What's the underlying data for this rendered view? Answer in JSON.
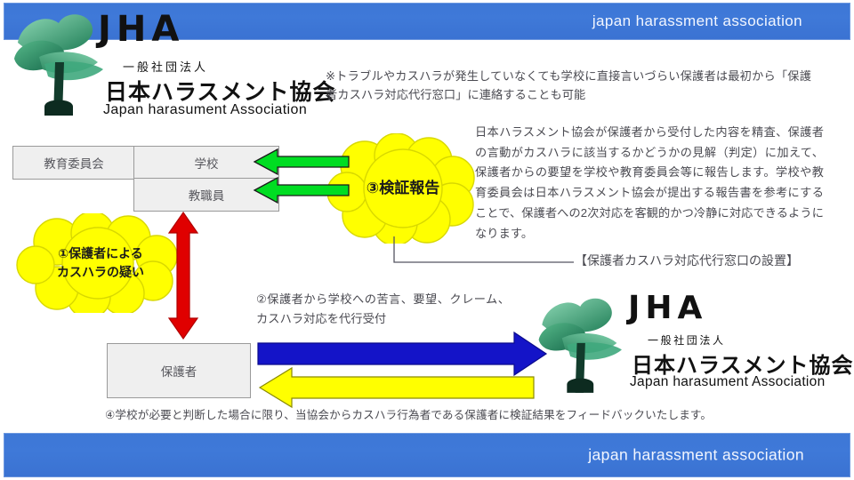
{
  "banner": {
    "top_text": "japan  harassment  association",
    "bottom_text": "japan  harassment  association",
    "color": "#3d77d6"
  },
  "logo": {
    "wordmark": "JHA",
    "corporate_type": "一般社団法人",
    "name_jp": "日本ハラスメント協会",
    "name_en": "Japan harasument Association",
    "leaf_color": "#2f9e6e"
  },
  "notes": {
    "top": "※トラブルやカスハラが発生していなくても学校に直接言いづらい保護者は最初から「保護者カスハラ対応代行窓口」に連絡することも可能",
    "right": "日本ハラスメント協会が保護者から受付した内容を精査、保護者の言動がカスハラに該当するかどうかの見解（判定）に加えて、保護者からの要望を学校や教育委員会等に報告します。学校や教育委員会は日本ハラスメント協会が提出する報告書を参考にすることで、保護者への2次対応を客観的かつ冷静に対応できるようになります。",
    "step2": "②保護者から学校への苦言、要望、クレーム、カスハラ対応を代行受付",
    "step4": "④学校が必要と判断した場合に限り、当協会からカスハラ行為者である保護者に検証結果をフィードバックいたします。",
    "bracket_label": "【保護者カスハラ対応代行窓口の設置】"
  },
  "boxes": {
    "board_of_education": "教育委員会",
    "school": "学校",
    "staff": "教職員",
    "guardian": "保護者"
  },
  "clouds": {
    "step3": "③検証報告",
    "step1": "①保護者による\nカスハラの疑い"
  },
  "arrows": {
    "green_report_color": "#00dd22",
    "red_bidirectional_color": "#e00000",
    "blue_forward_color": "#1414c8",
    "yellow_return_color": "#ffff00"
  }
}
